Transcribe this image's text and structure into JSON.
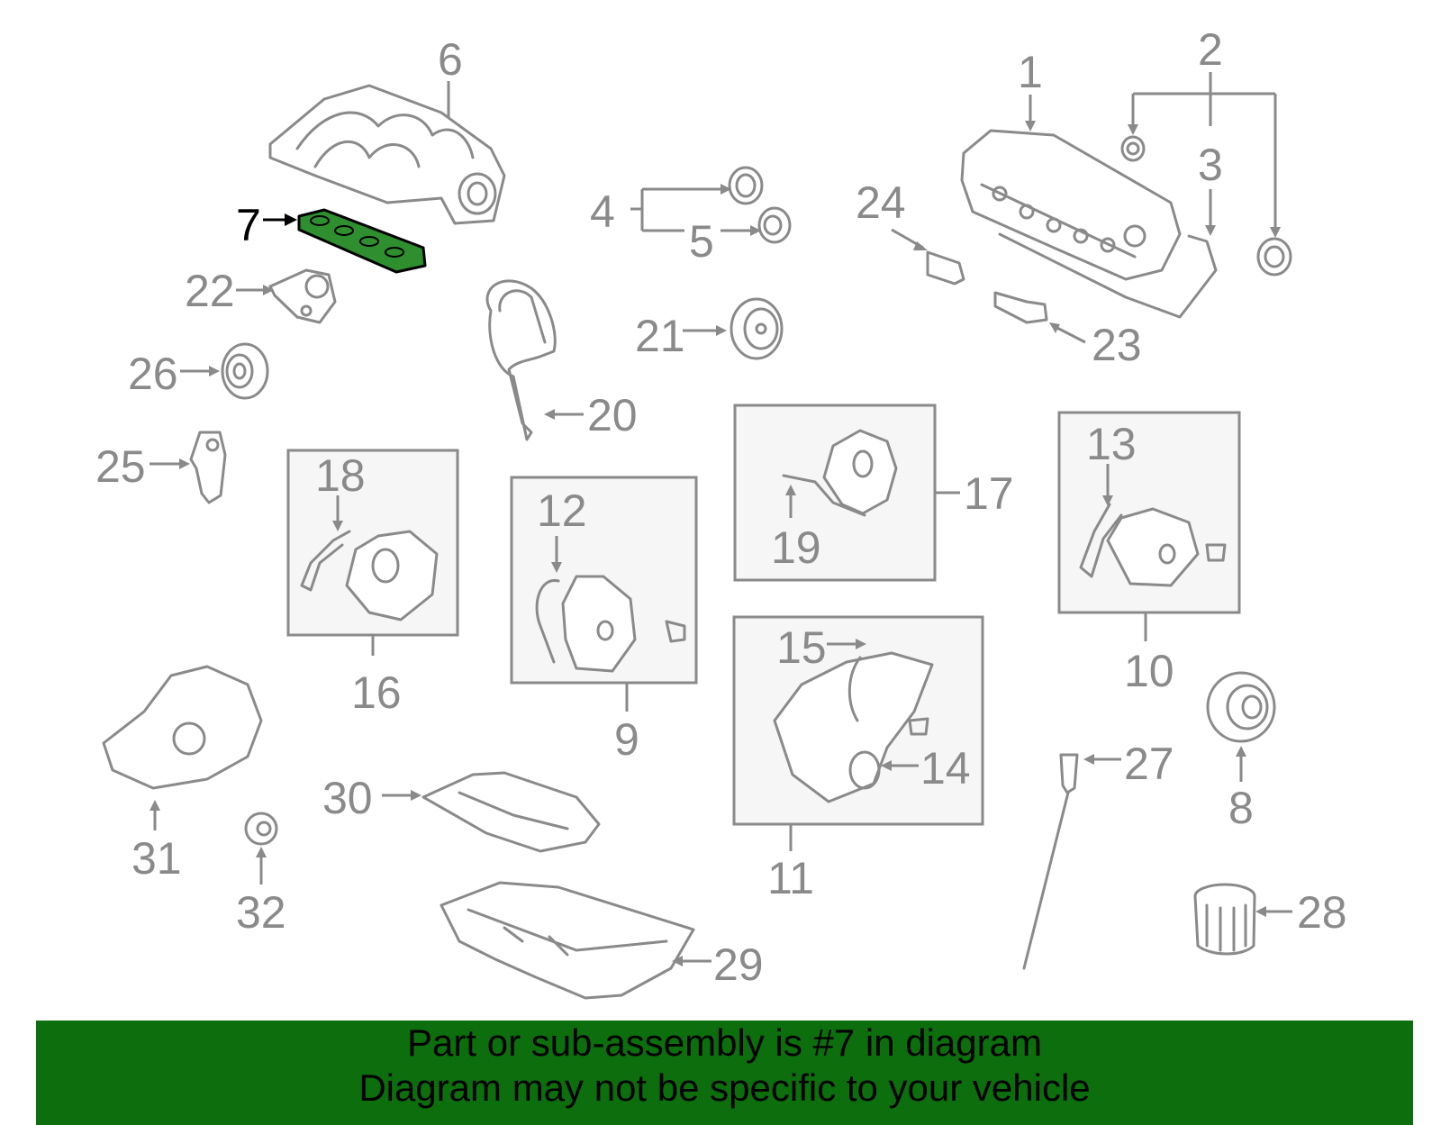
{
  "callouts": {
    "c1": "1",
    "c2": "2",
    "c3": "3",
    "c4": "4",
    "c5": "5",
    "c6": "6",
    "c7": "7",
    "c8": "8",
    "c9": "9",
    "c10": "10",
    "c11": "11",
    "c12": "12",
    "c13": "13",
    "c14": "14",
    "c15": "15",
    "c16": "16",
    "c17": "17",
    "c18": "18",
    "c19": "19",
    "c20": "20",
    "c21": "21",
    "c22": "22",
    "c23": "23",
    "c24": "24",
    "c25": "25",
    "c26": "26",
    "c27": "27",
    "c28": "28",
    "c29": "29",
    "c30": "30",
    "c31": "31",
    "c32": "32"
  },
  "highlight": {
    "part_number": "7",
    "color": "#2f8f2f"
  },
  "banner": {
    "line1": "Part or sub-assembly is #7 in diagram",
    "line2": "Diagram may not be specific to your vehicle",
    "background": "#0d6e0d"
  }
}
